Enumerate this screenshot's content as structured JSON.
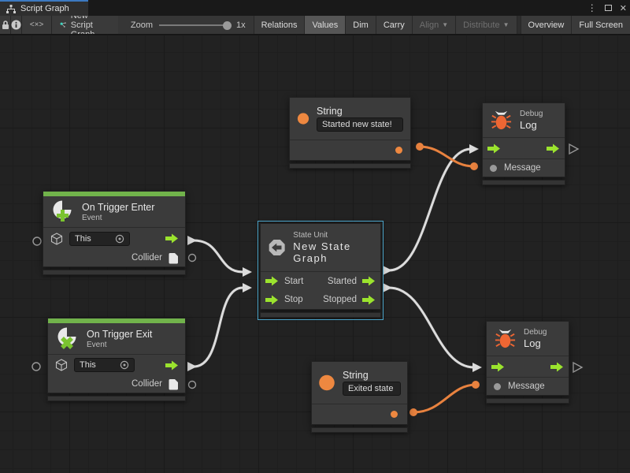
{
  "tab_bar": {
    "title": "Script Graph"
  },
  "toolbar": {
    "code_glyph": "<×>",
    "graph_name": "New Script Graph",
    "zoom_label": "Zoom",
    "zoom_value": "1x",
    "toggles": [
      {
        "label": "Relations",
        "active": false,
        "enabled": true
      },
      {
        "label": "Values",
        "active": true,
        "enabled": true
      },
      {
        "label": "Dim",
        "active": false,
        "enabled": true
      },
      {
        "label": "Carry",
        "active": false,
        "enabled": true
      },
      {
        "label": "Align",
        "active": false,
        "enabled": false,
        "dropdown": true
      },
      {
        "label": "Distribute",
        "active": false,
        "enabled": false,
        "dropdown": true
      },
      {
        "label": "Overview",
        "active": false,
        "enabled": true
      },
      {
        "label": "Full Screen",
        "active": false,
        "enabled": true
      }
    ]
  },
  "nodes": {
    "string_top": {
      "title": "String",
      "value": "Started new state!"
    },
    "debug_top": {
      "kicker": "Debug",
      "title": "Log",
      "message_label": "Message"
    },
    "on_trigger_enter": {
      "title": "On Trigger Enter",
      "subtitle": "Event",
      "target_value": "This",
      "output_label": "Collider"
    },
    "state_unit": {
      "kicker": "State Unit",
      "title": "New State Graph",
      "inputs": [
        "Start",
        "Stop"
      ],
      "outputs": [
        "Started",
        "Stopped"
      ]
    },
    "on_trigger_exit": {
      "title": "On Trigger Exit",
      "subtitle": "Event",
      "target_value": "This",
      "output_label": "Collider"
    },
    "string_bottom": {
      "title": "String",
      "value": "Exited state"
    },
    "debug_bottom": {
      "kicker": "Debug",
      "title": "Log",
      "message_label": "Message"
    }
  },
  "colors": {
    "flow_green": "#9be32e",
    "event_green": "#71b34b",
    "value_orange": "#ee8840",
    "selection_blue": "#4aa3c8",
    "wire_white": "#dcdcdc",
    "tab_accent_blue": "#3c79c0"
  }
}
